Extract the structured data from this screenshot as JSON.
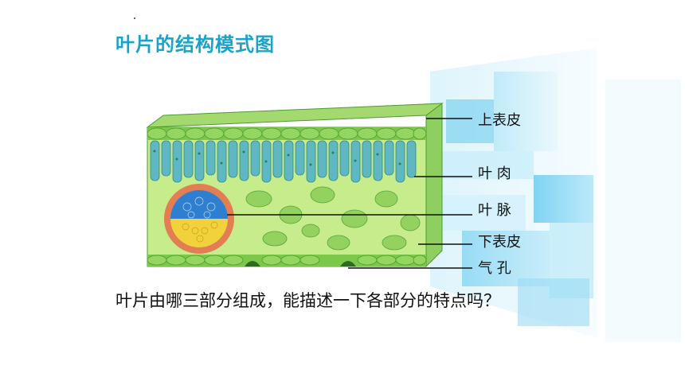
{
  "slide": {
    "title": "叶片的结构模式图",
    "question": "叶片由哪三部分组成，能描述一下各部分的特点吗？"
  },
  "diagram": {
    "labels": {
      "upper_epidermis": "上表皮",
      "mesophyll": "叶 肉",
      "vein": "叶 脉",
      "lower_epidermis": "下表皮",
      "stoma": "气 孔"
    }
  },
  "colors": {
    "title": "#1aa3c8",
    "palisade": "#5fb7c2",
    "spongy": "#bde87a",
    "epidermis": "#7cc84a",
    "vein_xylem": "#2f7fd0",
    "vein_phloem": "#f1d23a",
    "vein_sheath": "#e86a4a"
  }
}
